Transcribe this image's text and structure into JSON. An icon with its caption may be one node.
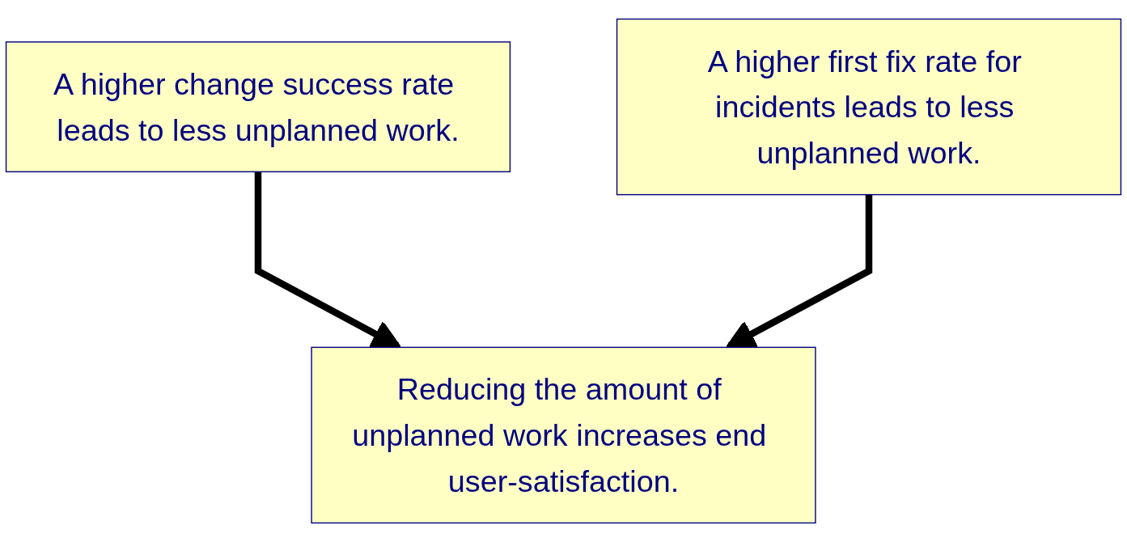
{
  "diagram": {
    "nodes": [
      {
        "text": [
          "A higher change success rate leads to less unplanned work."
        ]
      },
      {
        "text": [
          "A higher first fix rate for incidents leads to less unplanned work."
        ]
      },
      {
        "text": [
          "Reducing the amount of unplanned work increases end user-satisfaction."
        ]
      }
    ],
    "edges": [
      {
        "from": 0,
        "to": 2,
        "arrow": "to"
      },
      {
        "from": 1,
        "to": 2,
        "arrow": "to"
      }
    ]
  }
}
